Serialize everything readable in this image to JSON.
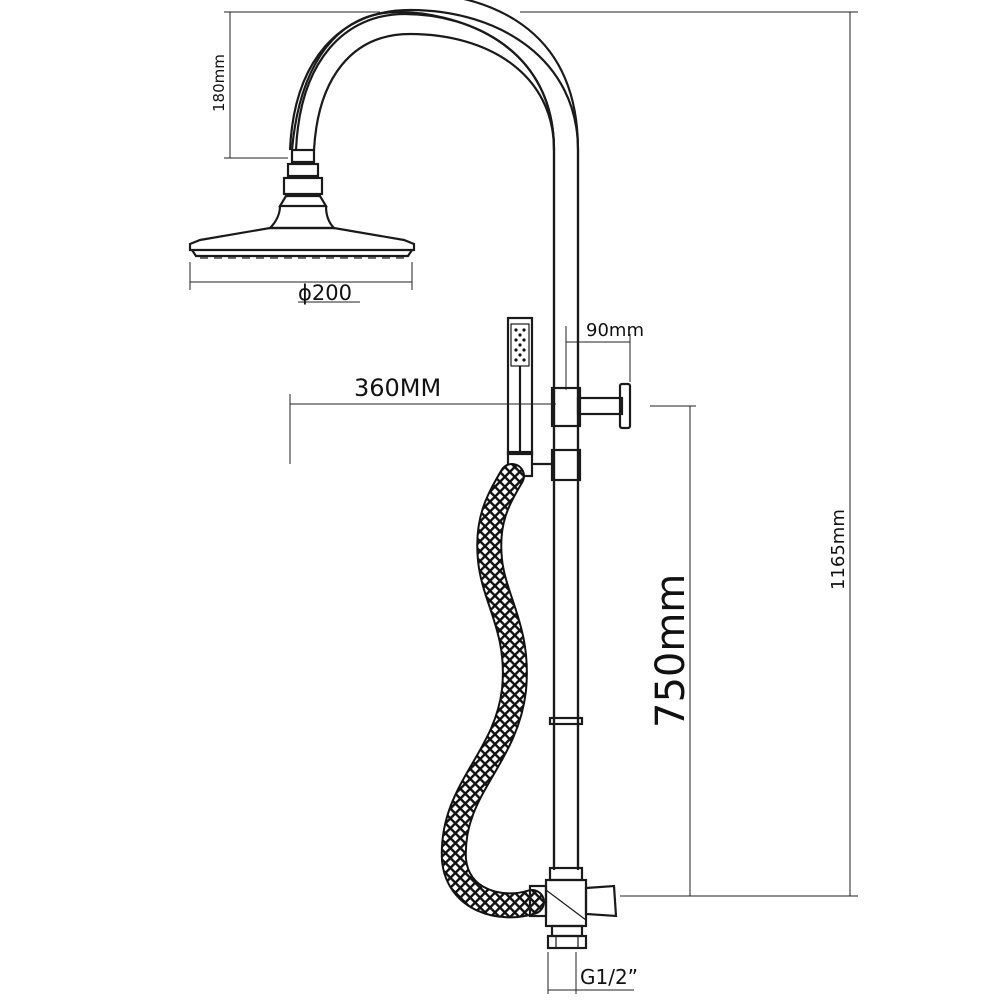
{
  "dimensions": {
    "arm_height": "180mm",
    "head_diameter": "ϕ200",
    "arm_reach": "360MM",
    "holder_offset": "90mm",
    "total_height": "1165mm",
    "holder_height": "750mm",
    "inlet_thread": "G1/2”"
  }
}
